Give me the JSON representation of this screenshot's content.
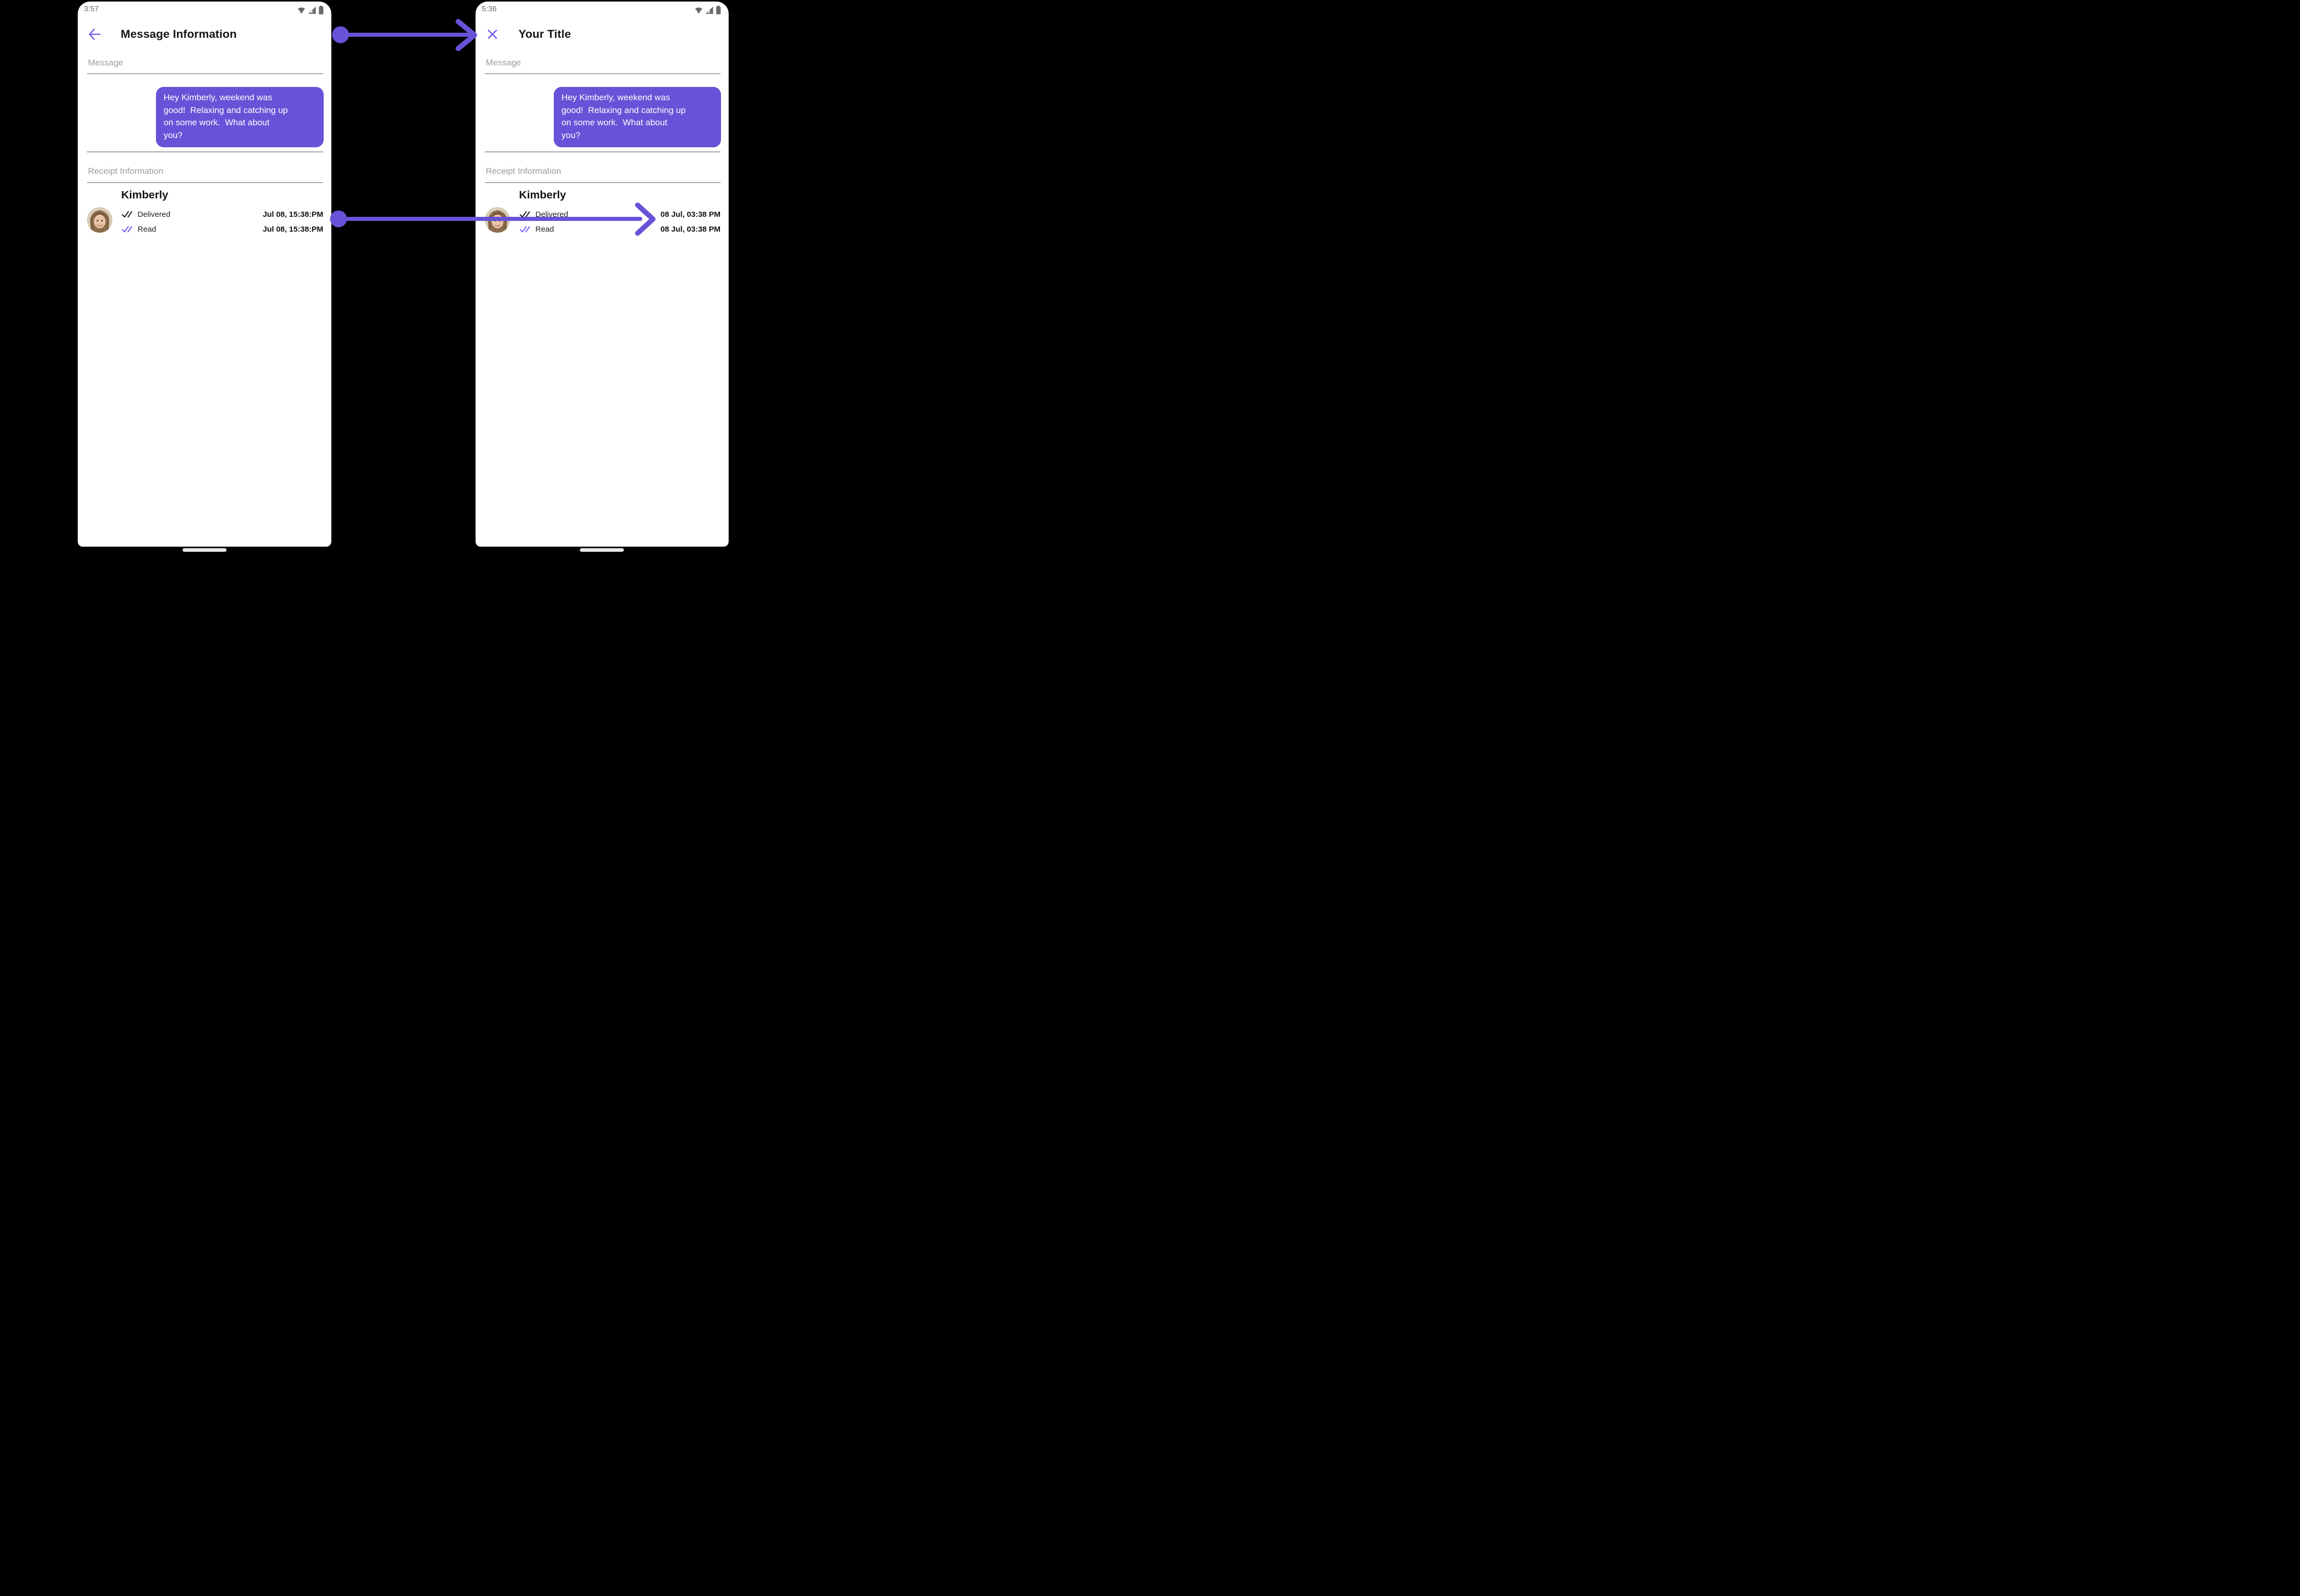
{
  "colors": {
    "background": "#000000",
    "phone_screen": "#ffffff",
    "bubble_purple": "#6753d7",
    "annotation_arrow_purple": "#6753d7",
    "icon_purple": "#7463ea",
    "read_check_purple": "#7160f0",
    "section_label_gray": "#9c9c9c",
    "divider_gray": "#a6a6a6",
    "status_bar_gray": "#696969",
    "timestamp_black": "#101010"
  },
  "left_phone": {
    "status_bar": {
      "time": "3:57",
      "icons": [
        "wifi-icon",
        "cellular-signal-icon",
        "battery-icon"
      ]
    },
    "header": {
      "nav_icon": "back-arrow-icon",
      "title": "Message Information"
    },
    "message_section": {
      "label": "Message",
      "bubble": {
        "text": "Hey Kimberly, weekend was good!  Relaxing and catching up on some work.  What about you?",
        "lines": [
          "Hey Kimberly, weekend was",
          "good!  Relaxing and catching up",
          "on some work.  What about",
          "you?"
        ]
      }
    },
    "receipt_section": {
      "label": "Receipt Information",
      "contact_name": "Kimberly",
      "avatar": "kimberly-avatar",
      "rows": [
        {
          "icon": "double-check-icon",
          "status": "Delivered",
          "timestamp": "Jul 08, 15:38:PM"
        },
        {
          "icon": "double-check-icon",
          "status": "Read",
          "timestamp": "Jul 08, 15:38:PM"
        }
      ]
    }
  },
  "right_phone": {
    "status_bar": {
      "time": "5:36",
      "icons": [
        "wifi-icon",
        "cellular-signal-icon",
        "battery-icon"
      ]
    },
    "header": {
      "nav_icon": "close-icon",
      "title": "Your Title"
    },
    "message_section": {
      "label": "Message",
      "bubble": {
        "text": "Hey Kimberly, weekend was good!  Relaxing and catching up on some work.  What about you?",
        "lines": [
          "Hey Kimberly, weekend was",
          "good!  Relaxing and catching up",
          "on some work.  What about",
          "you?"
        ]
      }
    },
    "receipt_section": {
      "label": "Receipt Information",
      "contact_name": "Kimberly",
      "avatar": "kimberly-avatar",
      "rows": [
        {
          "icon": "double-check-icon",
          "status": "Delivered",
          "timestamp": "08 Jul, 03:38 PM"
        },
        {
          "icon": "double-check-icon",
          "status": "Read",
          "timestamp": "08 Jul, 03:38 PM"
        }
      ]
    }
  },
  "annotations": {
    "arrows": [
      {
        "name": "title-customization-arrow",
        "points_to": "header title"
      },
      {
        "name": "timestamp-customization-arrow",
        "points_to": "receipt timestamps"
      }
    ]
  }
}
